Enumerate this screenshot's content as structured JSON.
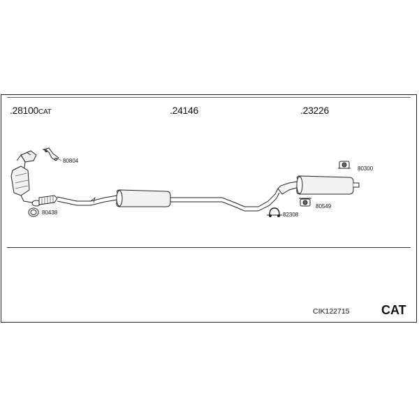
{
  "parts": [
    {
      "number": ".28100",
      "suffix": "CAT"
    },
    {
      "number": ".24146",
      "suffix": ""
    },
    {
      "number": ".23226",
      "suffix": ""
    }
  ],
  "callouts": {
    "c80804": "80804",
    "c80438": "80438",
    "c80300": "80300",
    "c80549": "80549",
    "c82308": "82308"
  },
  "footer": {
    "kit_code": "CIK122715",
    "tag": "CAT"
  }
}
